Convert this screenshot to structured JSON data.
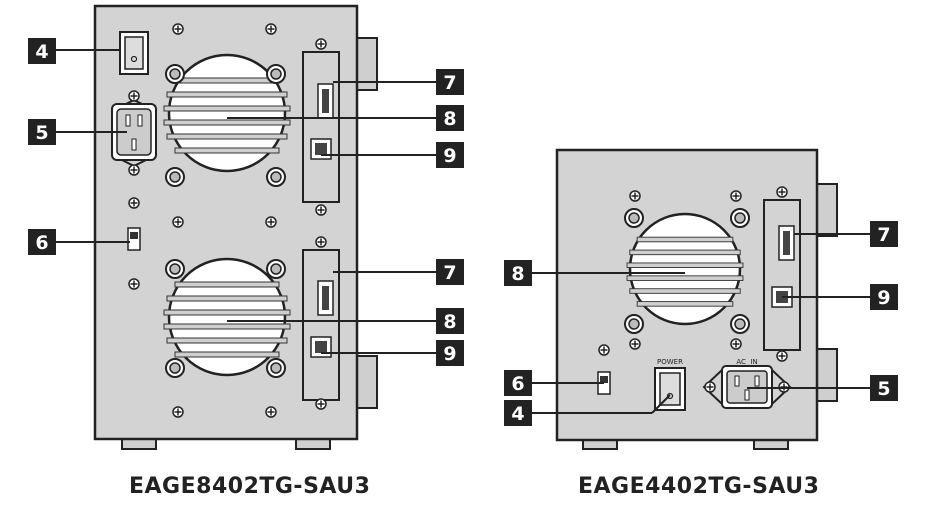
{
  "devices": [
    {
      "model": "EAGE8402TG-SAU3",
      "callouts": [
        "4",
        "5",
        "6",
        "7",
        "8",
        "9",
        "7",
        "8",
        "9"
      ]
    },
    {
      "model": "EAGE4402TG-SAU3",
      "panel_labels": {
        "power": "POWER",
        "ac_in": "AC  IN"
      },
      "callouts": [
        "7",
        "8",
        "9",
        "6",
        "4",
        "5"
      ]
    }
  ],
  "colors": {
    "panel": "#d3d3d3",
    "outline": "#222222",
    "callout_bg": "#222222",
    "callout_text": "#ffffff"
  }
}
